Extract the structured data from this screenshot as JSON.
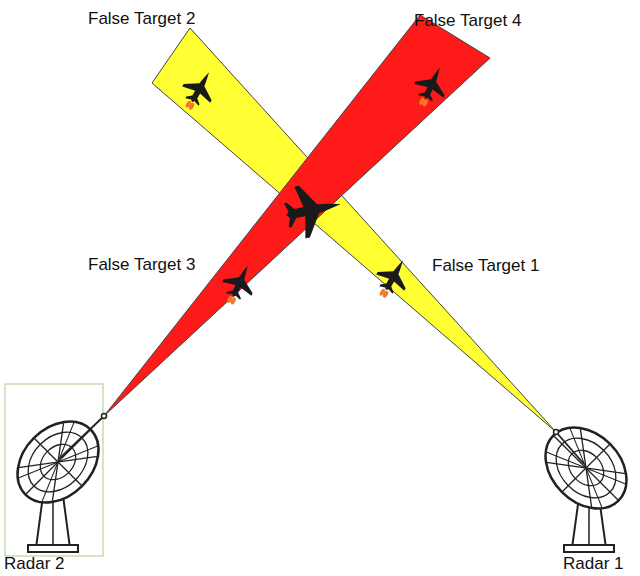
{
  "diagram": {
    "labels": [
      "False Target 2",
      "False Target 4",
      "False Target 3",
      "False Target 1",
      "Radar 2",
      "Radar 1"
    ]
  }
}
